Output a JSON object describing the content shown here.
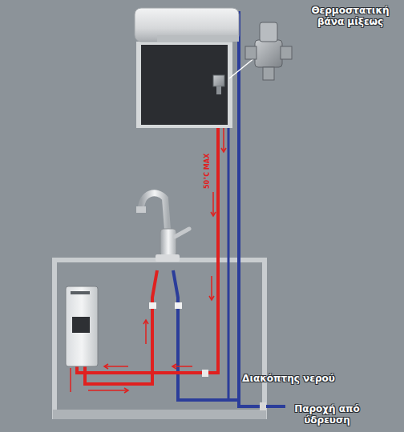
{
  "diagram": {
    "labels": [
      "Θερμοστατική βάνα μίξεως",
      "50°C MAX",
      "Διακόπτης νερού",
      "Παροχή από ύδρευση"
    ]
  }
}
